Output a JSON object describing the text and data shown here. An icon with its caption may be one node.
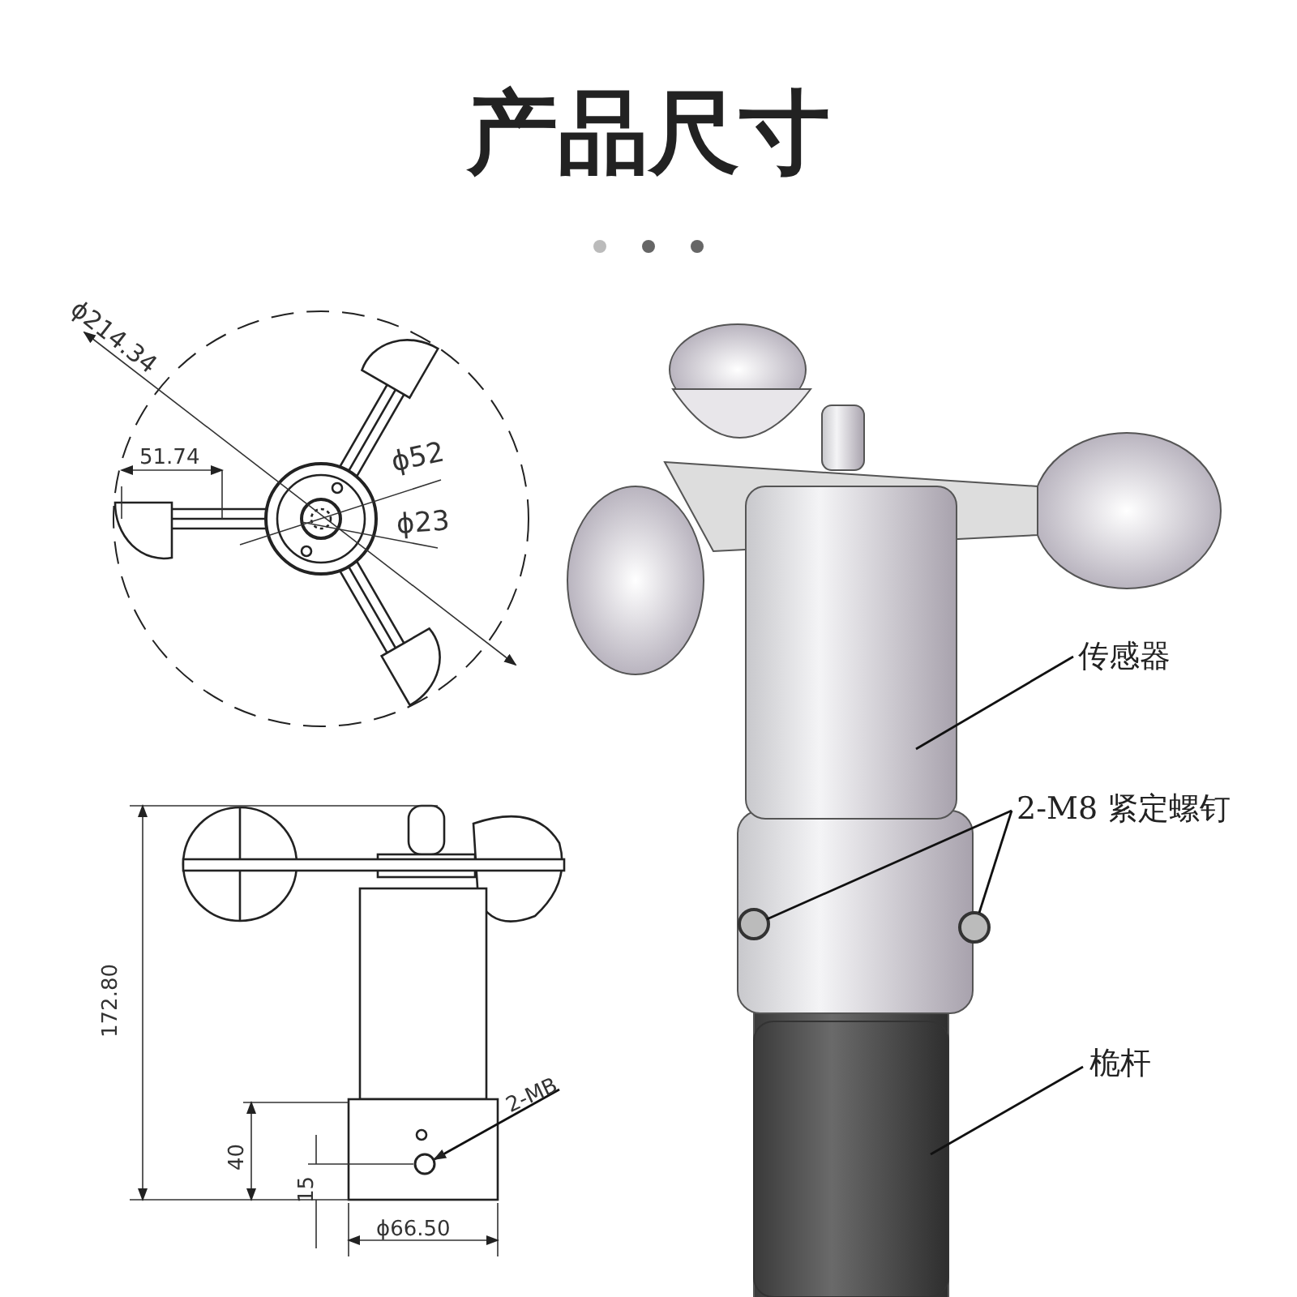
{
  "diagram": {
    "title": "产品尺寸",
    "nodes": [
      {
        "text": [
          "传感器"
        ]
      },
      {
        "text": [],
        "shape": "cylinder"
      },
      {
        "text": [
          "2-M8 紧定螺钉"
        ]
      },
      {
        "text": [],
        "shape": "circle"
      },
      {
        "text": [],
        "shape": "circle"
      },
      {
        "text": [
          "桅杆"
        ]
      },
      {
        "text": [],
        "shape": "cylinder"
      },
      {
        "text": [
          "2-MB"
        ]
      },
      {
        "text": [],
        "shape": "circle"
      }
    ],
    "edges": [
      {
        "from": 0,
        "to": 1,
        "arrow": "none"
      },
      {
        "from": 2,
        "to": 3,
        "arrow": "none"
      },
      {
        "from": 2,
        "to": 4,
        "arrow": "none"
      },
      {
        "from": 5,
        "to": 6,
        "arrow": "none"
      },
      {
        "from": 7,
        "to": 8,
        "arrow": "to"
      }
    ],
    "labels": [
      "ϕ214.34",
      "51.74",
      "ϕ52",
      "ϕ23",
      "172.80",
      "40",
      "15",
      "ϕ66.50"
    ]
  }
}
